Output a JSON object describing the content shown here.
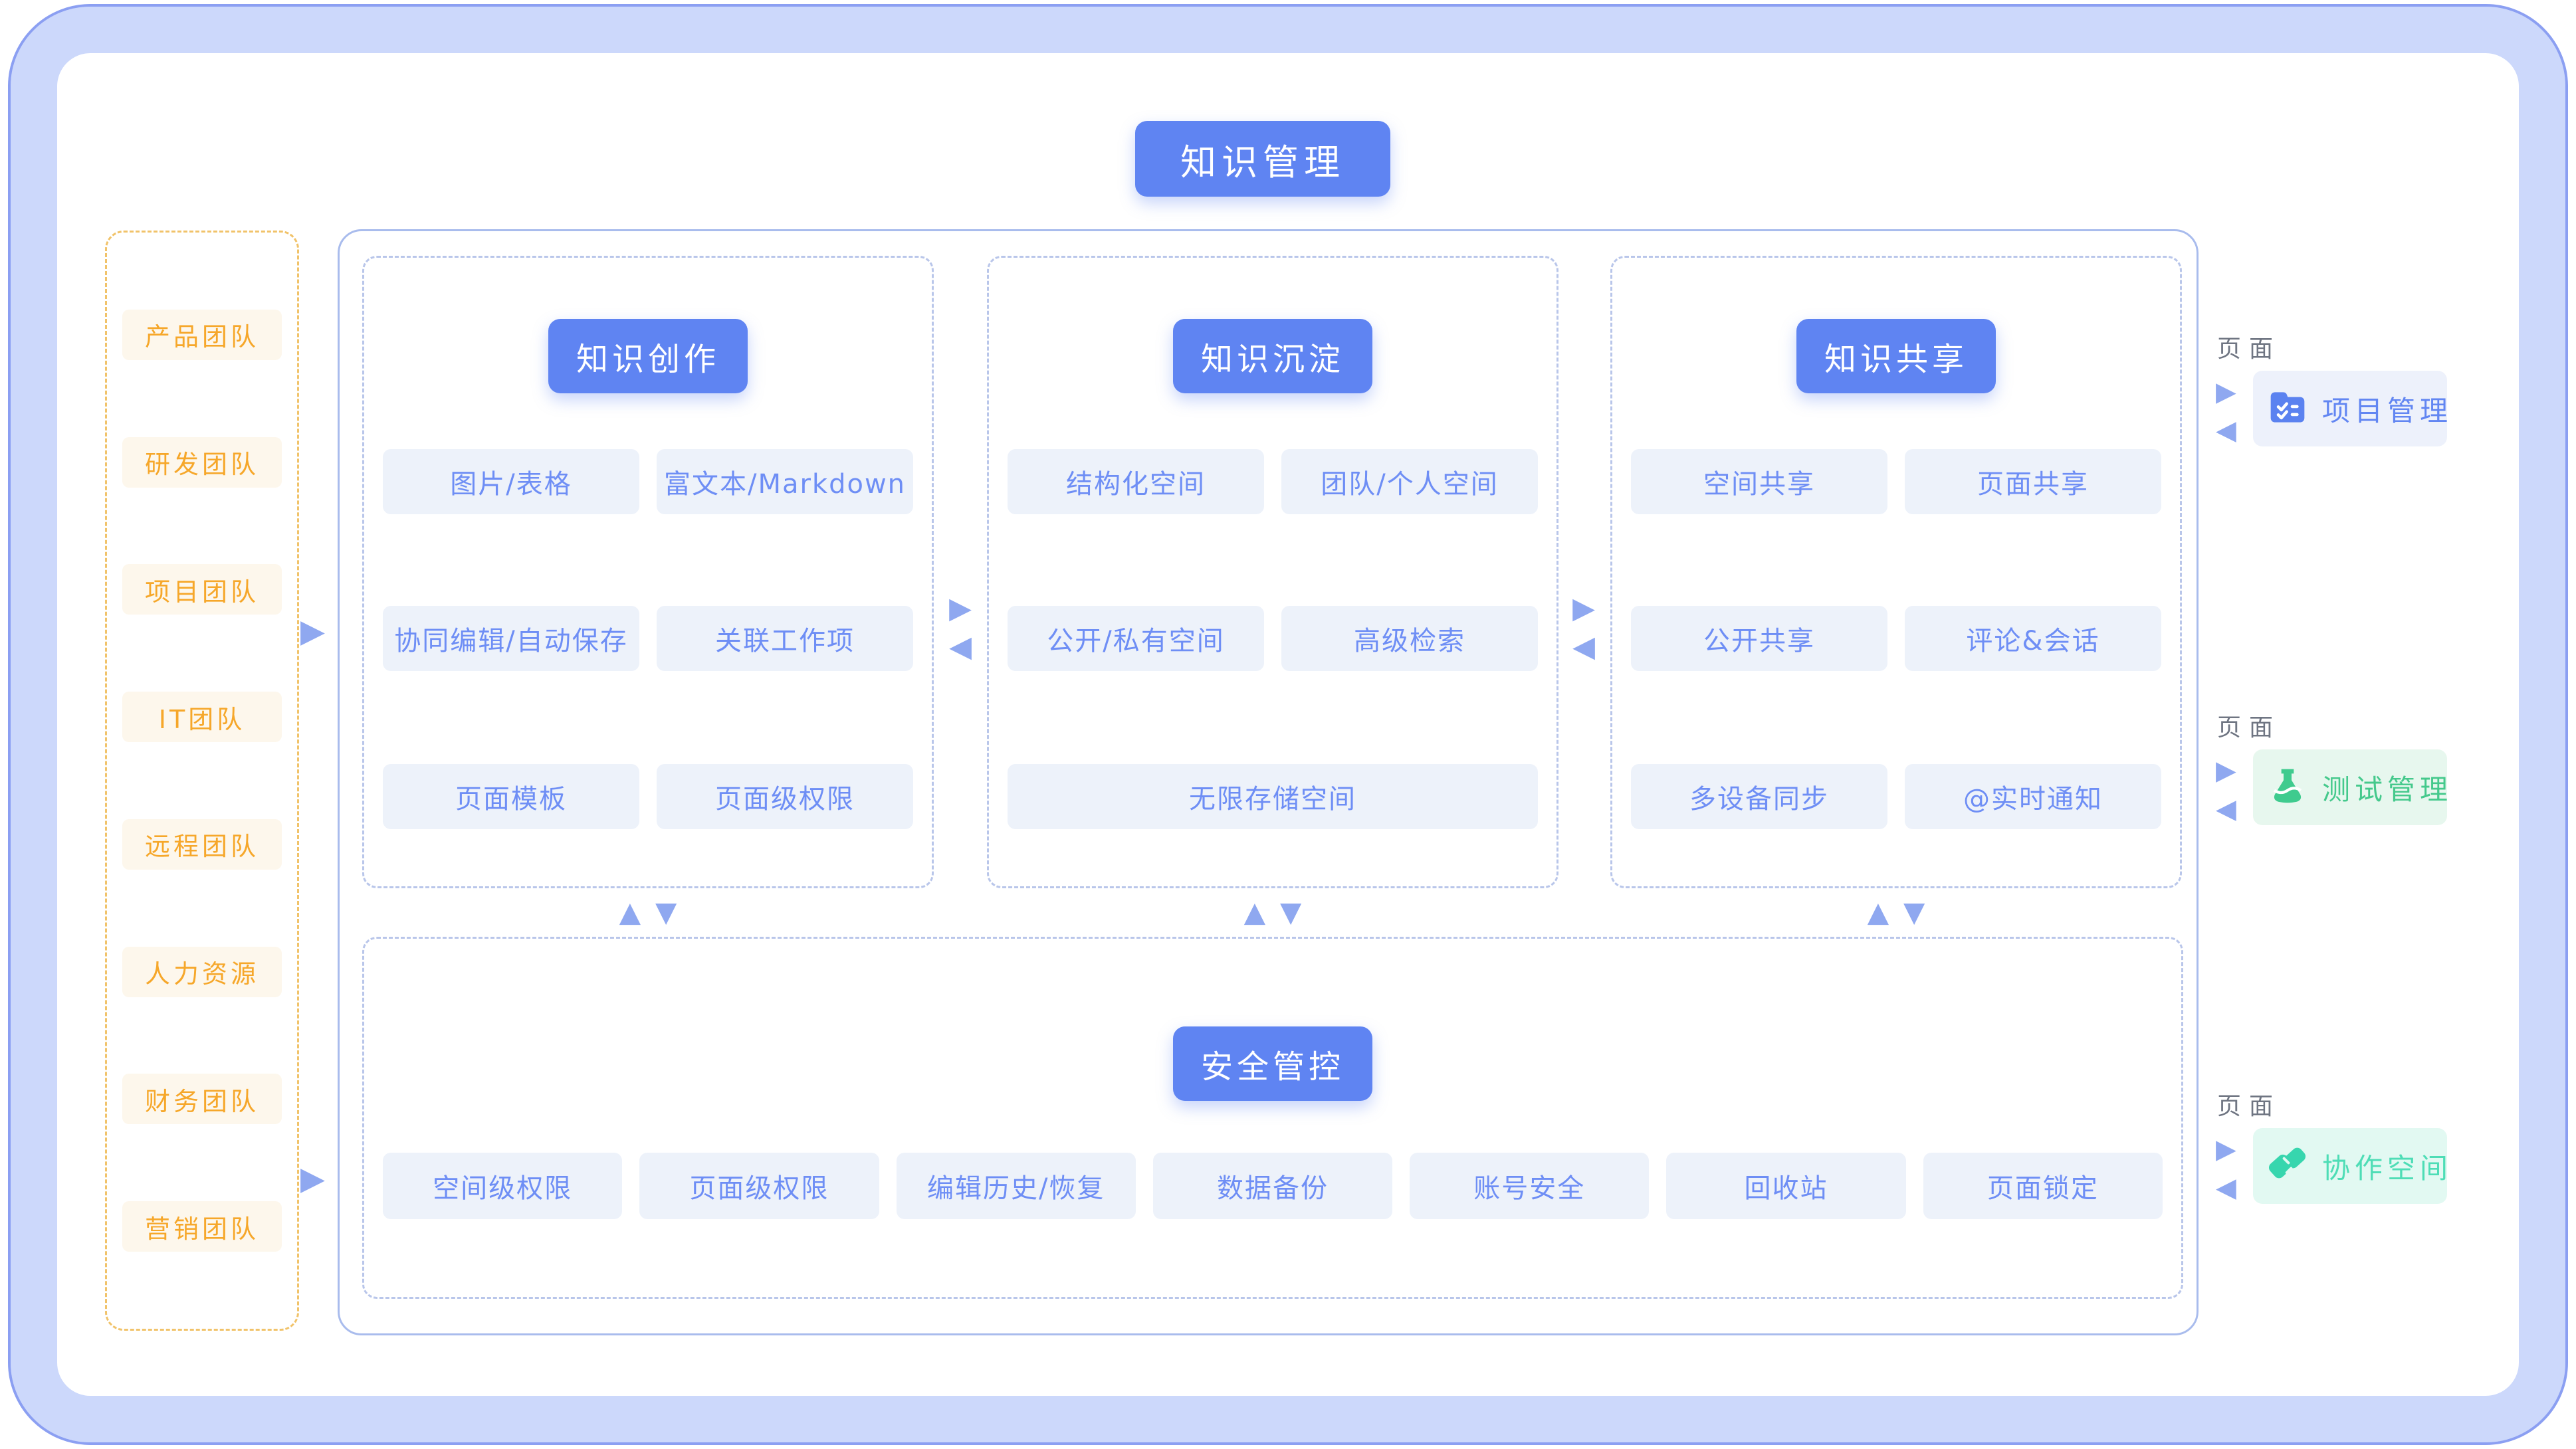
{
  "page": {
    "title": "知识管理"
  },
  "colors": {
    "primary_blue": "#5f84f2",
    "chip_bg": "#edf2fa",
    "chip_text": "#6e8ef5",
    "sidebar_text": "#f6a72a",
    "sidebar_chip_bg": "#fdf7ec",
    "sidebar_dash": "#f1c36a",
    "container_border": "#a9bced",
    "column_dash": "#b9c6ea",
    "frame_border": "#ccd8fb",
    "frame_outline": "#8b9ff2",
    "arrow": "#8fa8f0",
    "page_label_text": "#6f7582",
    "project_blue": "#5b82f0",
    "test_green": "#3fcb8e",
    "collab_teal": "#37d6ae"
  },
  "icons": {
    "arrow_right": "▶",
    "arrow_left": "◀",
    "arrow_up": "▲",
    "arrow_down": "▼"
  },
  "sidebar": {
    "teams": [
      "产品团队",
      "研发团队",
      "项目团队",
      "IT团队",
      "远程团队",
      "人力资源",
      "财务团队",
      "营销团队"
    ]
  },
  "columns": [
    {
      "title": "知识创作",
      "rows": [
        [
          "图片/表格",
          "富文本/Markdown"
        ],
        [
          "协同编辑/自动保存",
          "关联工作项"
        ],
        [
          "页面模板",
          "页面级权限"
        ]
      ]
    },
    {
      "title": "知识沉淀",
      "rows": [
        [
          "结构化空间",
          "团队/个人空间"
        ],
        [
          "公开/私有空间",
          "高级检索"
        ],
        [
          "无限存储空间"
        ]
      ]
    },
    {
      "title": "知识共享",
      "rows": [
        [
          "空间共享",
          "页面共享"
        ],
        [
          "公开共享",
          "评论&会话"
        ],
        [
          "多设备同步",
          "@实时通知"
        ]
      ]
    }
  ],
  "security": {
    "title": "安全管控",
    "items": [
      "空间级权限",
      "页面级权限",
      "编辑历史/恢复",
      "数据备份",
      "账号安全",
      "回收站",
      "页面锁定"
    ]
  },
  "integrations": [
    {
      "page_label": "页面",
      "label": "项目管理",
      "icon": "checklist-folder-icon"
    },
    {
      "page_label": "页面",
      "label": "测试管理",
      "icon": "flask-icon"
    },
    {
      "page_label": "页面",
      "label": "协作空间",
      "icon": "handshake-icon"
    }
  ]
}
